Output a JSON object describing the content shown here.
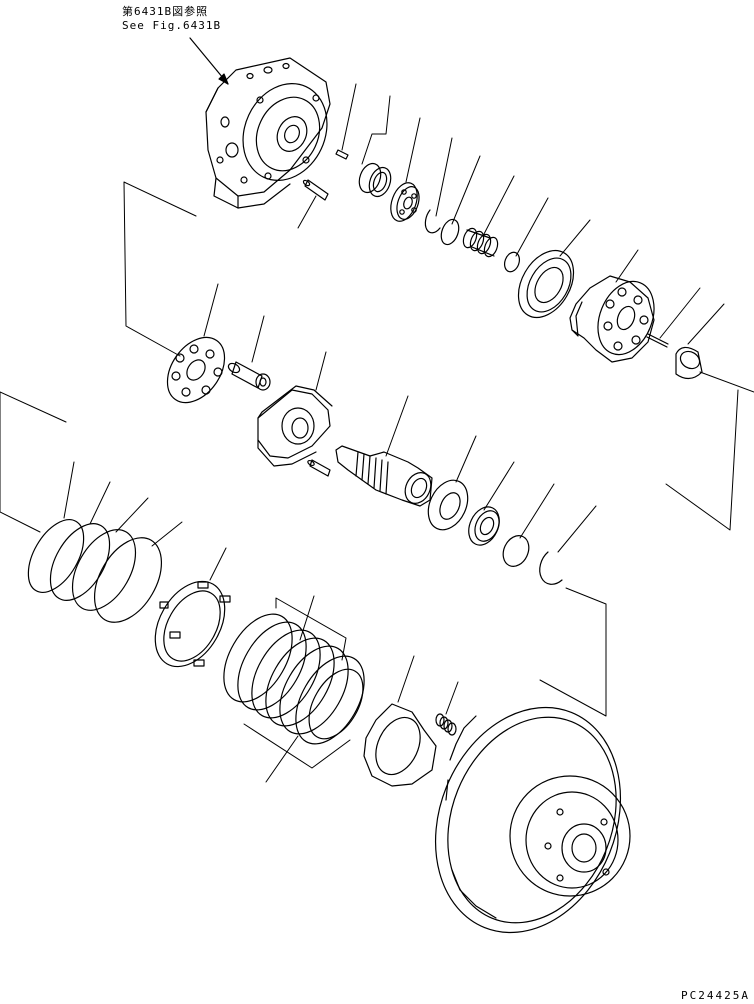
{
  "reference_note": {
    "japanese": "第6431B図参照",
    "english": "See Fig.6431B"
  },
  "drawing_number": "PC24425A"
}
